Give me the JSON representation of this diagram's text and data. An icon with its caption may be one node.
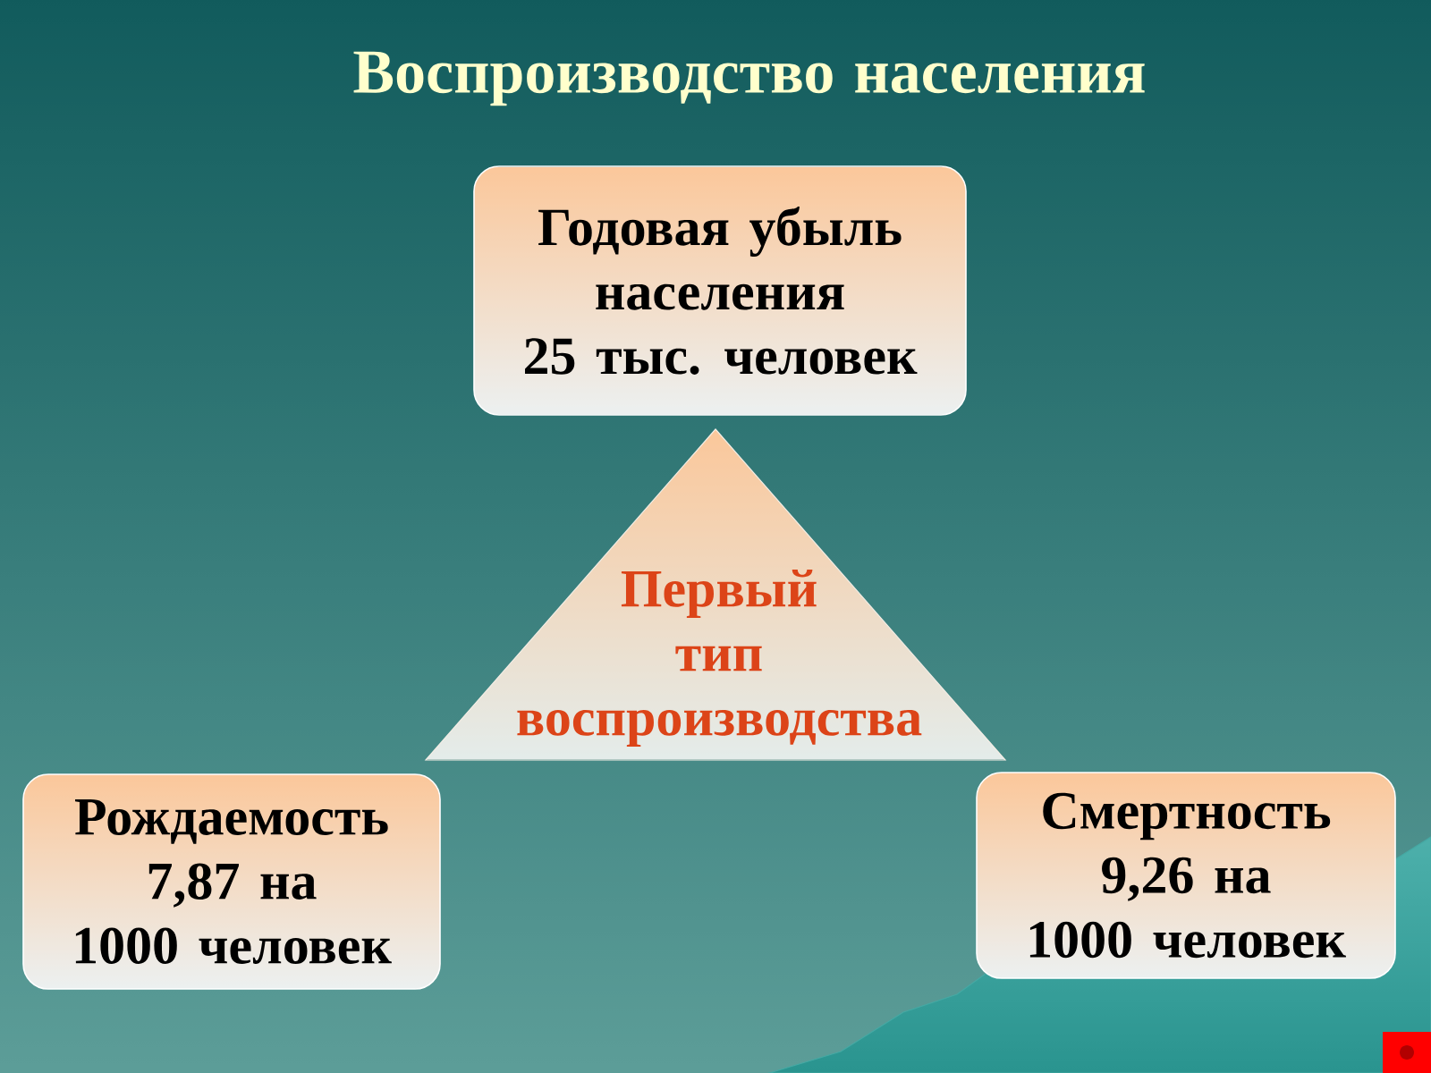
{
  "diagram": {
    "title": "Воспроизводство населения",
    "nodes": [
      {
        "text": [
          "Годовая убыль населения 25 тыс. человек"
        ]
      },
      {
        "text": [
          "Первый тип воспроизводства"
        ]
      },
      {
        "text": [
          "Рождаемость 7,87 на 1000 человек"
        ]
      },
      {
        "text": [
          "Смертность 9,26 на 1000 человек"
        ]
      }
    ]
  }
}
